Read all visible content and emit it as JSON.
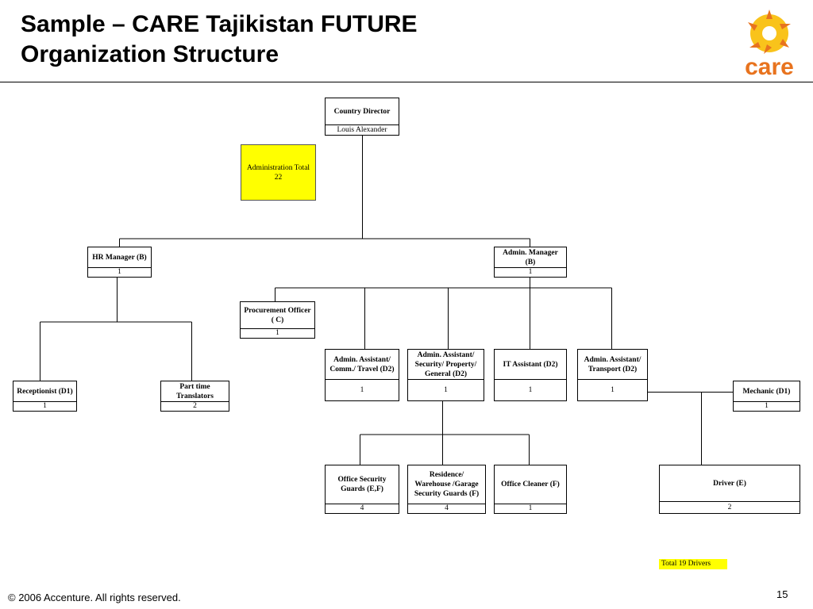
{
  "header": {
    "title_line1": "Sample – CARE Tajikistan FUTURE",
    "title_line2": "Organization Structure",
    "logo_text": "care"
  },
  "footer": {
    "copyright": "© 2006 Accenture. All rights reserved.",
    "page_number": "15"
  },
  "summary": {
    "admin_label": "Administration Total",
    "admin_total": "22",
    "drivers_note": "Total 19 Drivers"
  },
  "colors": {
    "highlight": "#ffff00",
    "logo_orange": "#e8731e",
    "logo_yellow": "#f9c31b"
  },
  "nodes": {
    "country_director": {
      "title": "Country Director",
      "value": "Louis Alexander"
    },
    "hr_manager": {
      "title": "HR Manager (B)",
      "value": "1"
    },
    "admin_manager": {
      "title": "Admin. Manager\n(B)",
      "value": "1"
    },
    "procurement_officer": {
      "title": "Procurement Officer\n( C)",
      "value": "1"
    },
    "admin_asst_comm": {
      "title": "Admin. Assistant/\nComm./ Travel (D2)",
      "value": "1"
    },
    "admin_asst_security": {
      "title": "Admin. Assistant/\nSecurity/ Property/\nGeneral (D2)",
      "value": "1"
    },
    "it_assistant": {
      "title": "IT Assistant (D2)",
      "value": "1"
    },
    "admin_asst_transport": {
      "title": "Admin. Assistant/\nTransport (D2)",
      "value": "1"
    },
    "receptionist": {
      "title": "Receptionist (D1)",
      "value": "1"
    },
    "translators": {
      "title": "Part time\nTranslators",
      "value": "2"
    },
    "mechanic": {
      "title": "Mechanic (D1)",
      "value": "1"
    },
    "office_security_guards": {
      "title": "Office Security\nGuards   (E,F)",
      "value": "4"
    },
    "residence_security_guards": {
      "title": "Residence/\nWarehouse /Garage\nSecurity Guards  (F)",
      "value": "4"
    },
    "office_cleaner": {
      "title": "Office Cleaner  (F)",
      "value": "1"
    },
    "driver": {
      "title": "Driver (E)",
      "value": "2"
    }
  }
}
